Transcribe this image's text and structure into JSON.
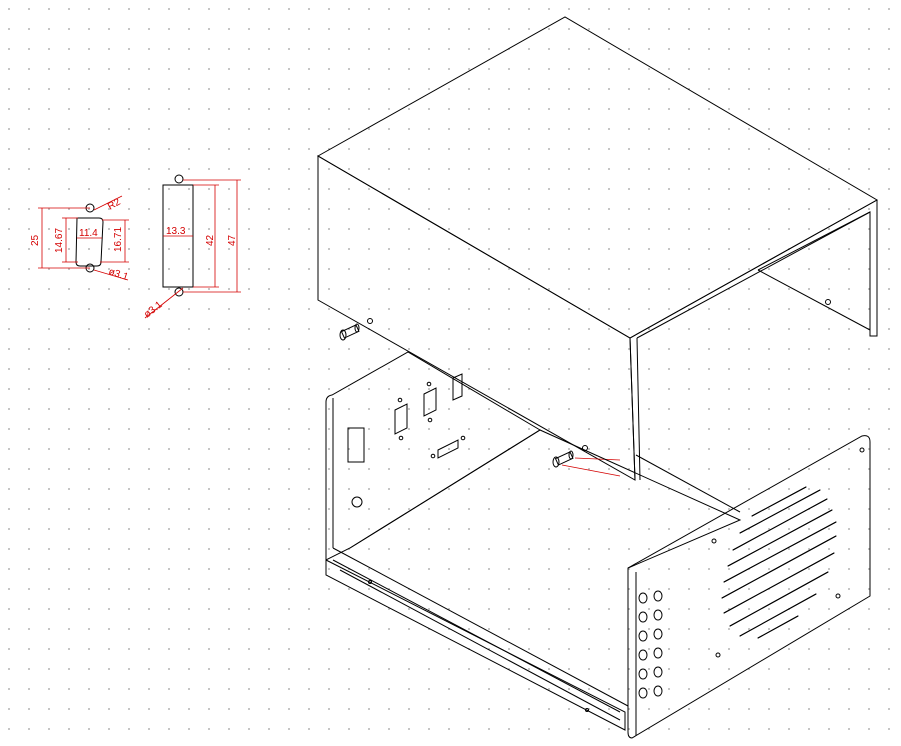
{
  "colors": {
    "background": "#ffffff",
    "grid_dot": "#b4b4b4",
    "outline": "#000000",
    "dimension": "#d40000"
  },
  "grid": true,
  "connector_detail": {
    "dim_height": "25",
    "dim_inner_height": "14.67",
    "dim_width": "11.4",
    "dim_side_height": "16.71",
    "dim_radius": "R2",
    "dim_hole": "ø3.1"
  },
  "slot_detail": {
    "dim_width": "13.3",
    "dim_inner_height": "42",
    "dim_outer_height": "47",
    "dim_hole": "ø3.1"
  }
}
